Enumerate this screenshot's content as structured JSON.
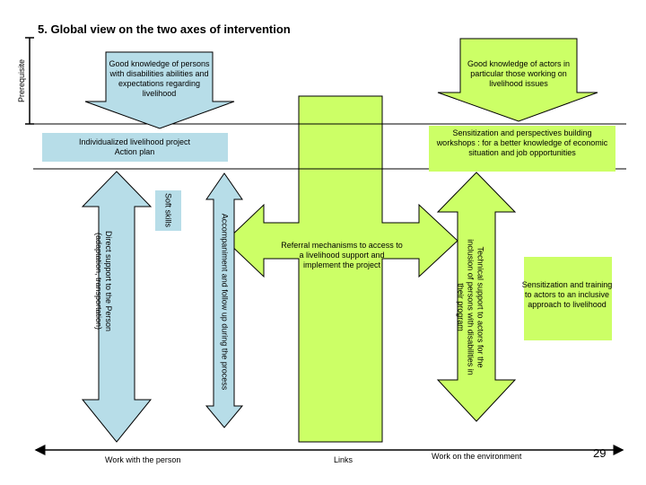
{
  "title": "5. Global view on the two axes of intervention",
  "prerequisite_label": "Prerequisite",
  "boxes": {
    "knowledge_persons": "Good knowledge of persons with disabilities abilities and expectations regarding livelihood",
    "knowledge_actors": "Good knowledge of actors in particular those working on livelihood issues",
    "individualized_plan": "Individualized livelihood project Action plan",
    "sensitization_workshops": "Sensitization and perspectives building workshops : for a better knowledge of economic situation and job opportunities",
    "soft_skills": "Soft skills",
    "direct_support": "Direct support to the Person (adaptation, transportation)",
    "accompaniment": "Accompaniment and follow up during the process",
    "referral": "Referral mechanisms to access to a livelihood support and implement the project",
    "technical_support": "Technical support to actors for the inclusion of persons with disabilities in their program",
    "sensitization_training": "Sensitization and training to actors to an inclusive approach to livelihood"
  },
  "axis": {
    "person": "Work with the person",
    "links": "Links",
    "environment": "Work on the environment"
  },
  "page_number": "29",
  "colors": {
    "light_blue": "#b7dde8",
    "green": "#ccff66",
    "stroke": "#000000"
  }
}
